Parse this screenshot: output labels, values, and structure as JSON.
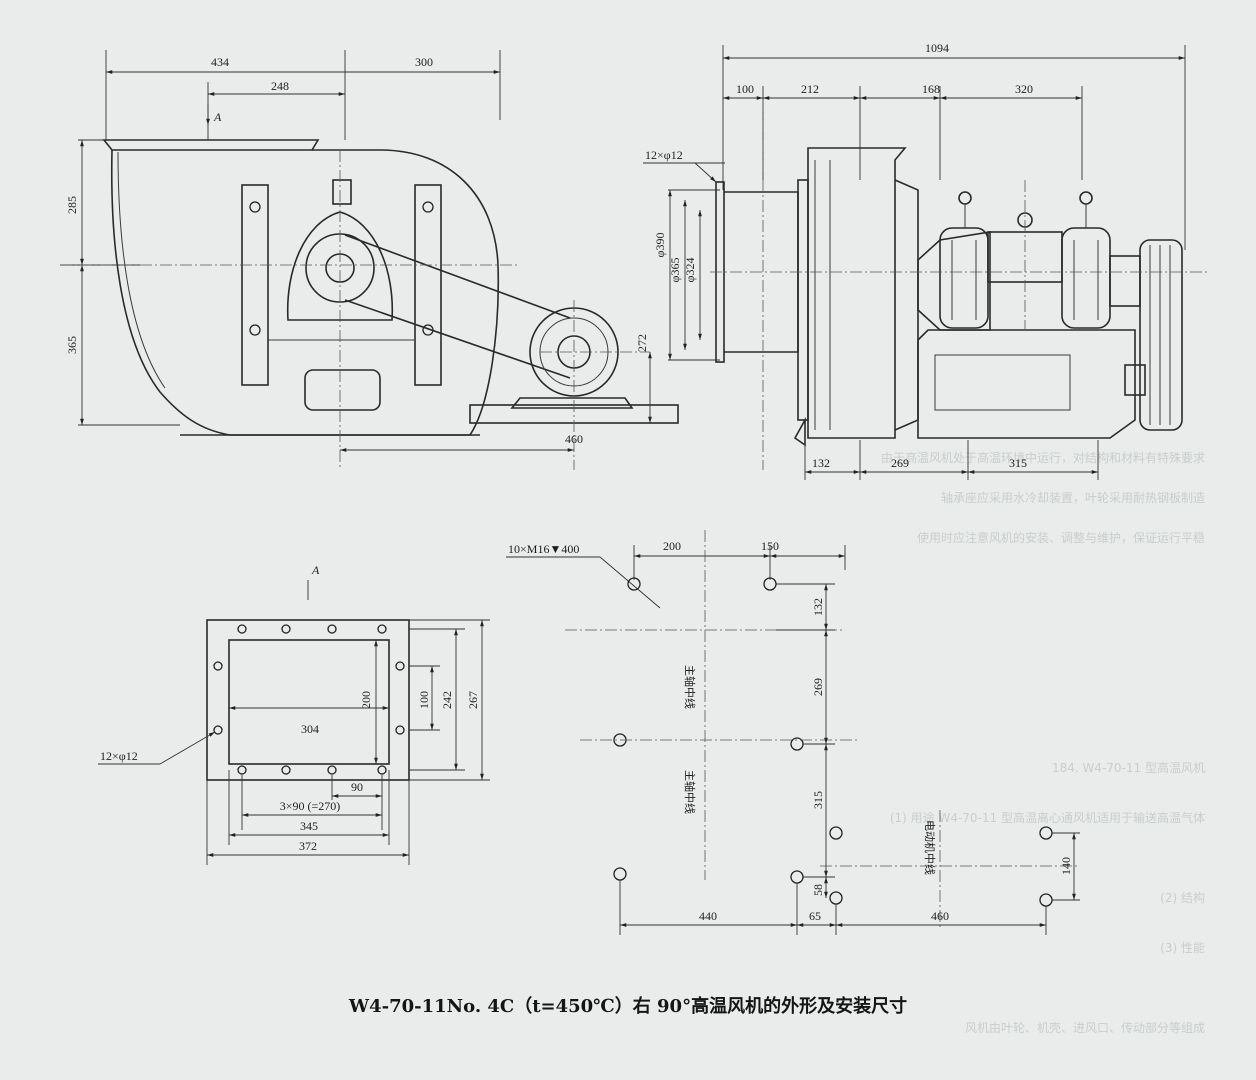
{
  "colors": {
    "paper": "#e9ecea",
    "ink": "#222222",
    "ghost_text": "#c9cdcb"
  },
  "front_view": {
    "dims": {
      "d434": "434",
      "d248": "248",
      "d300": "300",
      "d285": "285",
      "d365": "365",
      "d272": "272",
      "d460": "460"
    },
    "labels": {
      "section_mark": "A",
      "flange_holes": "12×φ12"
    },
    "flange_diameters": {
      "d390": "φ390",
      "d365": "φ365",
      "d324": "φ324"
    }
  },
  "side_view": {
    "dims": {
      "d1094": "1094",
      "d100": "100",
      "d212": "212",
      "d168": "168",
      "d320": "320",
      "d132": "132",
      "d269": "269",
      "d315": "315"
    }
  },
  "outlet_view": {
    "labels": {
      "section_mark": "A",
      "holes": "12×φ12"
    },
    "dims": {
      "d304": "304",
      "d200": "200",
      "d100": "100",
      "d242": "242",
      "d267": "267",
      "d90": "90",
      "d3x90": "3×90 (=270)",
      "d345": "345",
      "d372": "372"
    }
  },
  "foundation_plan": {
    "labels": {
      "bolts": "10×M16▼400",
      "main_axis_1": "主轴中线",
      "main_axis_2": "主轴中线",
      "motor_axis": "电动机中线"
    },
    "dims": {
      "d200": "200",
      "d150": "150",
      "d132": "132",
      "d269": "269",
      "d315": "315",
      "d58": "58",
      "d140": "140",
      "d440": "440",
      "d65": "65",
      "d460": "460"
    }
  },
  "caption": "W4-70-11No. 4C（t=450℃）右 90°高温风机的外形及安装尺寸",
  "bleed_through_text": [
    "由于高温风机处于高温环境中运行，对结构和材料有特殊要求",
    "轴承座应采用水冷却装置，叶轮采用耐热钢板制造",
    "使用时应注意风机的安装、调整与维护，保证运行平稳",
    "184. W4-70-11 型高温风机",
    "(1) 用途  W4-70-11 型高温离心通风机适用于输送高温气体",
    "(2) 结构",
    "(3) 性能",
    "风机由叶轮、机壳、进风口、传动部分等组成"
  ]
}
